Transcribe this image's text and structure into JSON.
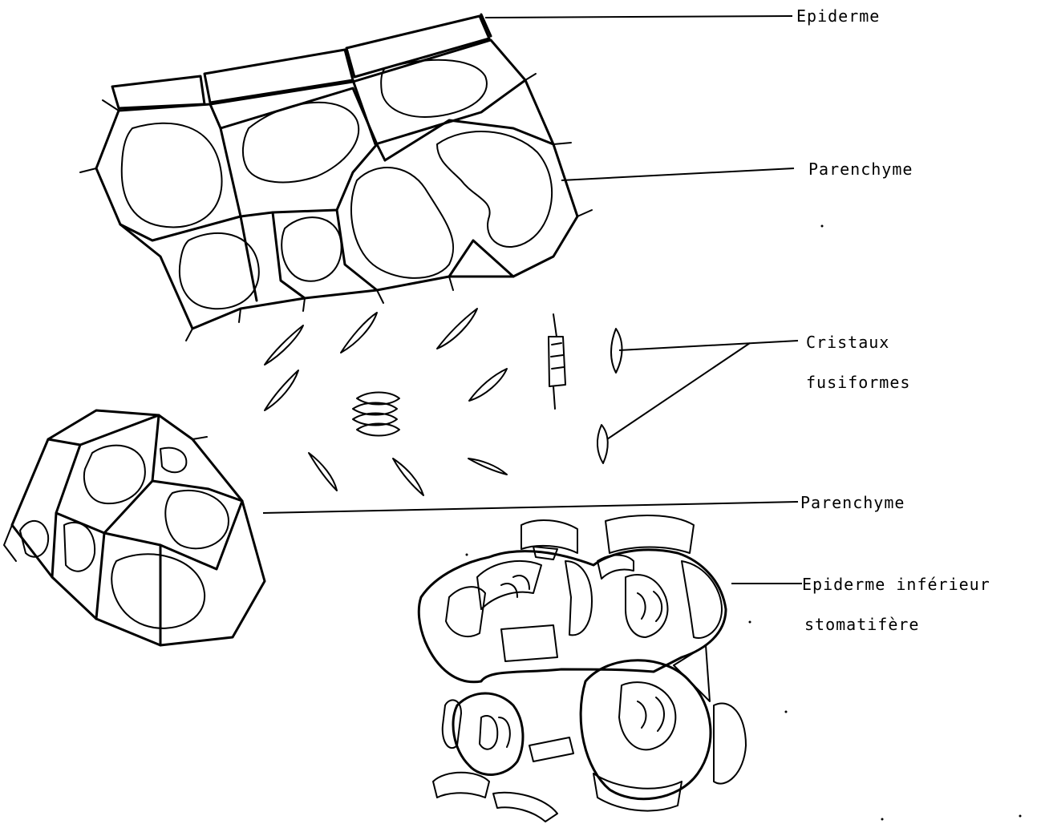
{
  "labels": {
    "epiderme": "Epiderme",
    "parenchyme_top": "Parenchyme",
    "cristaux_line1": "Cristaux",
    "cristaux_line2": "fusiformes",
    "parenchyme_bottom": "Parenchyme",
    "epiderme_inf_line1": "Epiderme inférieur",
    "epiderme_inf_line2": "stomatifère"
  }
}
